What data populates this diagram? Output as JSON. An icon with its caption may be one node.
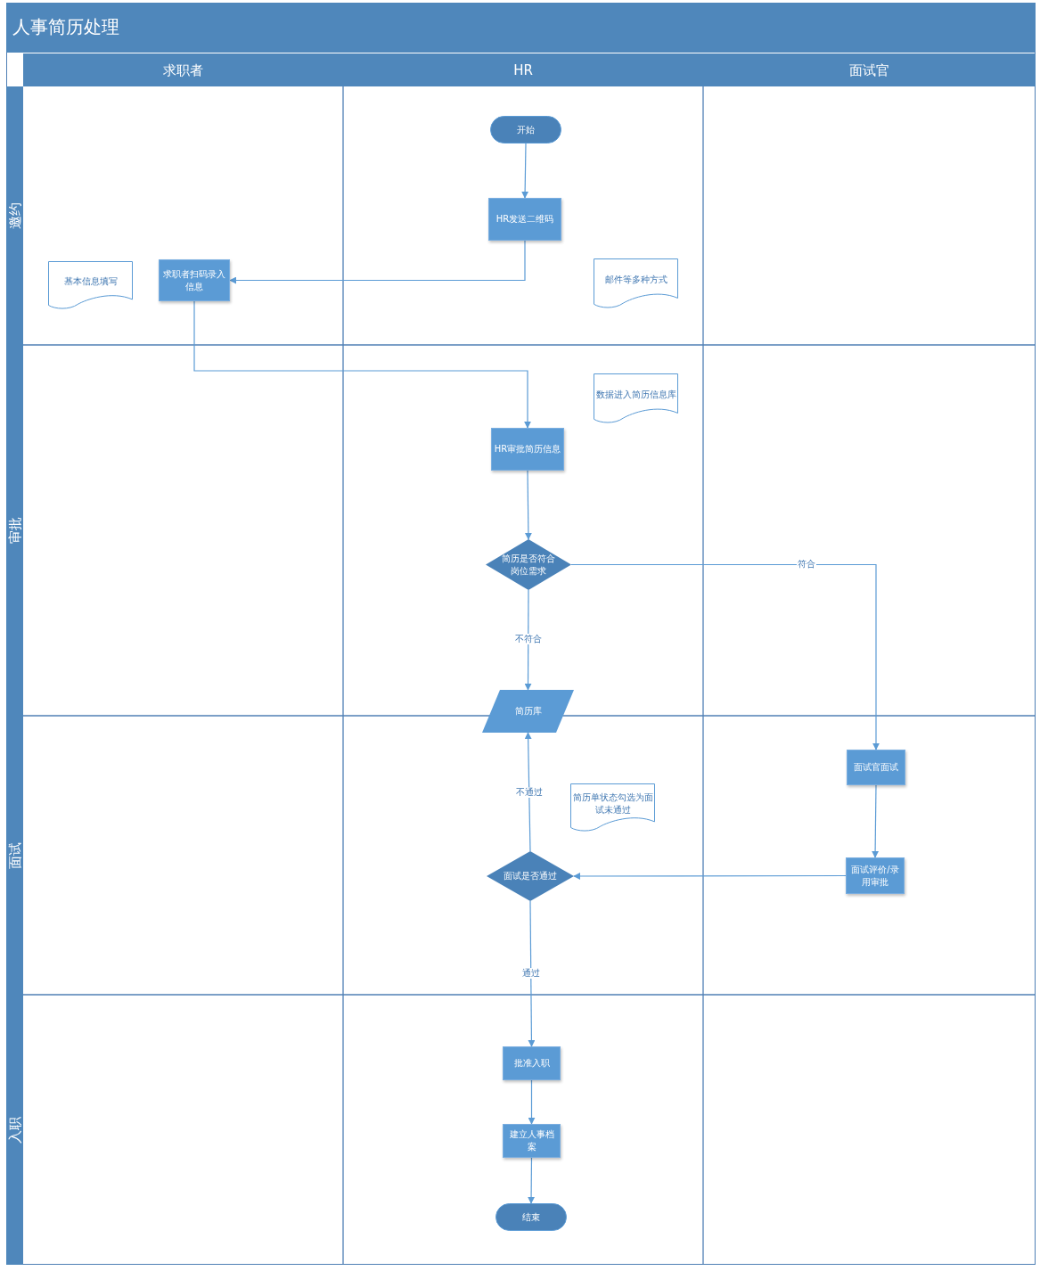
{
  "diagram": {
    "title": "人事简历处理",
    "nodes": [
      {
        "text": [
          "求职者"
        ]
      },
      {
        "text": [
          "HR"
        ]
      },
      {
        "text": [
          "面试官"
        ]
      },
      {
        "text": [
          "邀约"
        ]
      },
      {
        "text": [
          "审批"
        ]
      },
      {
        "text": [
          "面试"
        ]
      },
      {
        "text": [
          "入职"
        ]
      },
      {
        "text": [
          "开始"
        ]
      },
      {
        "text": [
          "HR发送二维码"
        ]
      },
      {
        "text": [
          "基本信息填写"
        ]
      },
      {
        "text": [
          "求职者扫码录入信息"
        ]
      },
      {
        "text": [
          "邮件等多种方式"
        ]
      },
      {
        "text": [
          "数据进入简历信息库"
        ]
      },
      {
        "text": [
          "HR审批简历信息"
        ]
      },
      {
        "text": [
          "简历是否符合岗位需求"
        ]
      },
      {
        "text": [
          "简历库"
        ]
      },
      {
        "text": [
          "面试官面试"
        ]
      },
      {
        "text": [
          "简历单状态勾选为面试未通过"
        ]
      },
      {
        "text": [
          "面试是否通过"
        ]
      },
      {
        "text": [
          "面试评价/录用审批"
        ]
      },
      {
        "text": [
          "批准入职"
        ]
      },
      {
        "text": [
          "建立人事档案"
        ]
      },
      {
        "text": [
          "结束"
        ]
      }
    ],
    "edges": [
      {
        "from": 7,
        "to": 8,
        "arrow": "to"
      },
      {
        "from": 8,
        "to": 10,
        "arrow": "to"
      },
      {
        "from": 10,
        "to": 13,
        "arrow": "to"
      },
      {
        "from": 13,
        "to": 14,
        "arrow": "to"
      },
      {
        "from": 14,
        "to": 15,
        "arrow": "to",
        "label": "不符合"
      },
      {
        "from": 14,
        "to": 16,
        "arrow": "to",
        "label": "符合"
      },
      {
        "from": 16,
        "to": 19,
        "arrow": "to"
      },
      {
        "from": 19,
        "to": 18,
        "arrow": "to"
      },
      {
        "from": 18,
        "to": 15,
        "arrow": "to",
        "label": "不通过"
      },
      {
        "from": 18,
        "to": 20,
        "arrow": "to",
        "label": "通过"
      },
      {
        "from": 20,
        "to": 21,
        "arrow": "to"
      },
      {
        "from": 21,
        "to": 22,
        "arrow": "to"
      }
    ]
  }
}
